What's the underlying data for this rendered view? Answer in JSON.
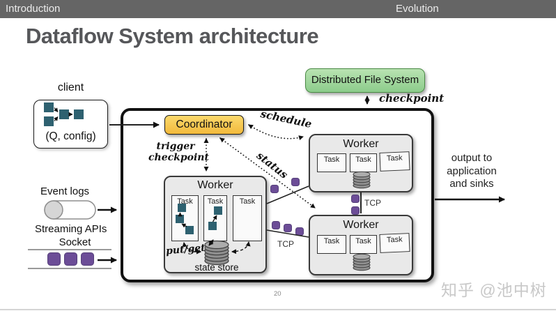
{
  "header": {
    "left_section": "Introduction",
    "right_section": "Evolution"
  },
  "title": "Dataflow System architecture",
  "client": {
    "label": "client",
    "caption": "(Q, config)"
  },
  "dfs_label": "Distributed File System",
  "coordinator_label": "Coordinator",
  "labels": {
    "checkpoint": "checkpoint",
    "schedule": "schedule",
    "status": "status",
    "trigger_line1": "trigger",
    "trigger_line2": "checkpoint",
    "put_get": "put/get",
    "state_store": "state store",
    "tcp_right": "TCP",
    "tcp_bottom": "TCP"
  },
  "workers": {
    "main": {
      "title": "Worker",
      "tasks": [
        "Task",
        "Task",
        "Task"
      ]
    },
    "top_right": {
      "title": "Worker",
      "tasks": [
        "Task",
        "Task",
        "Task"
      ]
    },
    "bottom_right": {
      "title": "Worker",
      "tasks": [
        "Task",
        "Task",
        "Task"
      ]
    }
  },
  "inputs": {
    "event_logs": "Event logs",
    "streaming_apis": "Streaming APIs",
    "socket": "Socket"
  },
  "output": {
    "line1": "output to",
    "line2": "application",
    "line3": "and sinks"
  },
  "page_number": "20",
  "watermark": "知乎 @池中树",
  "colors": {
    "coordinator_gold": "#f2b93b",
    "dfs_green": "#8ccc8b",
    "task_teal": "#2e6170",
    "data_purple": "#6c4d97",
    "header_gray": "#656565"
  }
}
